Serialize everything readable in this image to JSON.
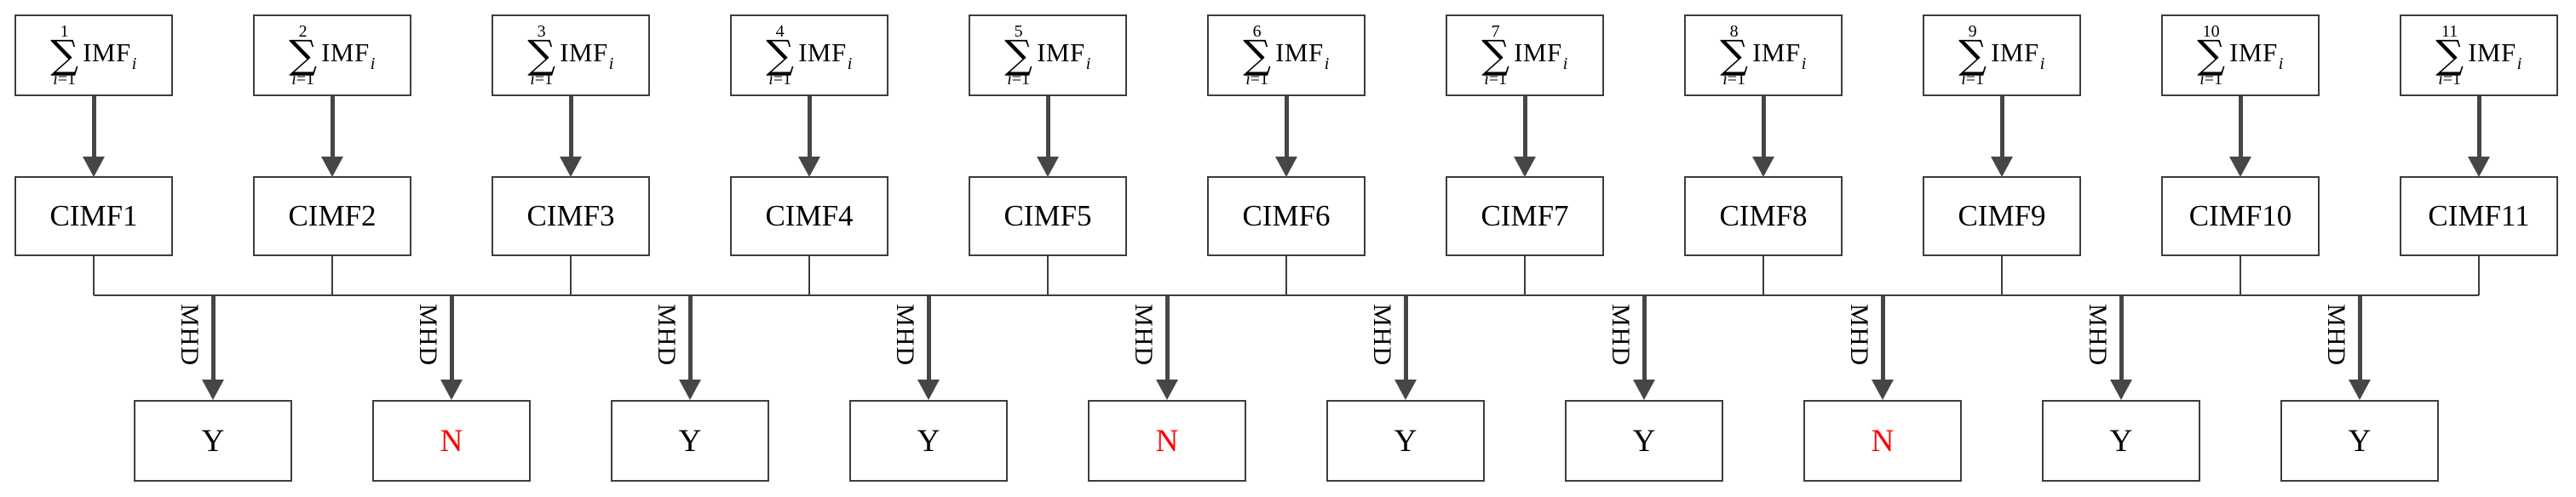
{
  "formula": {
    "sigma": "∑",
    "body": "IMF",
    "subscript": "i",
    "lower_var": "i",
    "lower_rest": "=1"
  },
  "arrow_label": "MHD",
  "colors": {
    "border": "#3d3d3d",
    "line": "#464646",
    "text": "#000000",
    "yes": "#000000",
    "no": "#ff0000"
  },
  "columns": [
    {
      "sum_upper": "1",
      "cimf": "CIMF1"
    },
    {
      "sum_upper": "2",
      "cimf": "CIMF2"
    },
    {
      "sum_upper": "3",
      "cimf": "CIMF3"
    },
    {
      "sum_upper": "4",
      "cimf": "CIMF4"
    },
    {
      "sum_upper": "5",
      "cimf": "CIMF5"
    },
    {
      "sum_upper": "6",
      "cimf": "CIMF6"
    },
    {
      "sum_upper": "7",
      "cimf": "CIMF7"
    },
    {
      "sum_upper": "8",
      "cimf": "CIMF8"
    },
    {
      "sum_upper": "9",
      "cimf": "CIMF9"
    },
    {
      "sum_upper": "10",
      "cimf": "CIMF10"
    },
    {
      "sum_upper": "11",
      "cimf": "CIMF11"
    }
  ],
  "results": [
    {
      "label": "Y",
      "color": "#000000"
    },
    {
      "label": "N",
      "color": "#ff0000"
    },
    {
      "label": "Y",
      "color": "#000000"
    },
    {
      "label": "Y",
      "color": "#000000"
    },
    {
      "label": "N",
      "color": "#ff0000"
    },
    {
      "label": "Y",
      "color": "#000000"
    },
    {
      "label": "Y",
      "color": "#000000"
    },
    {
      "label": "N",
      "color": "#ff0000"
    },
    {
      "label": "Y",
      "color": "#000000"
    },
    {
      "label": "Y",
      "color": "#000000"
    }
  ]
}
